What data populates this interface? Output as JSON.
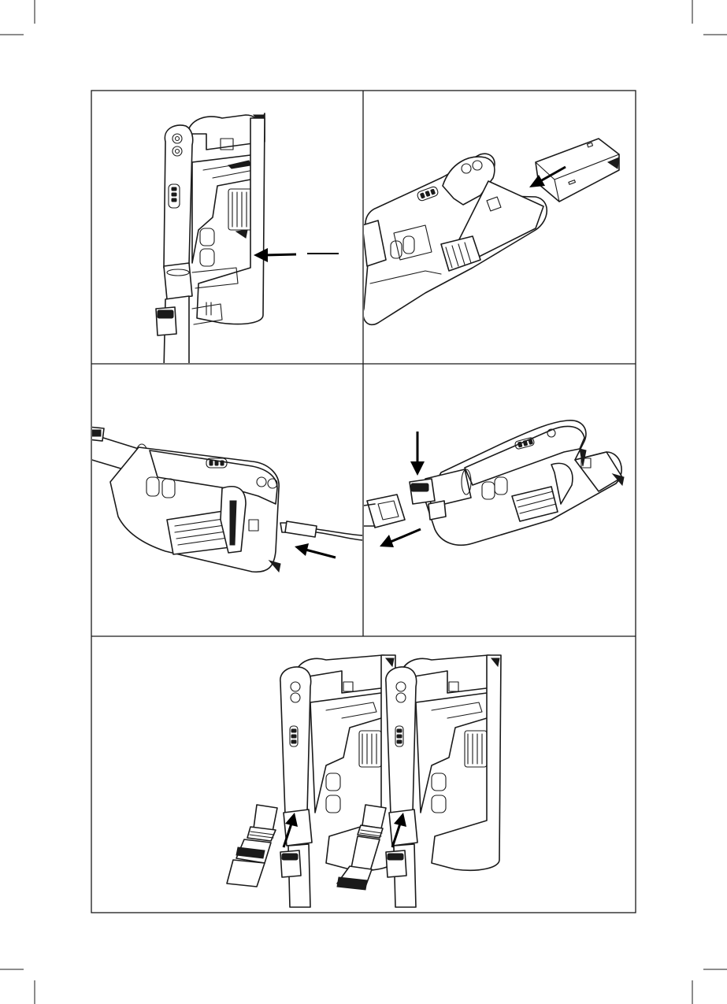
{
  "document": {
    "type": "instruction-illustration-page",
    "panels": [
      {
        "id": "fig-1",
        "content": "vacuum-with-dust-cup-removal-arrow"
      },
      {
        "id": "fig-2",
        "content": "battery-insertion"
      },
      {
        "id": "fig-3",
        "content": "charging-cable-connection"
      },
      {
        "id": "fig-4",
        "content": "tube-release"
      },
      {
        "id": "fig-5",
        "content": "attachment-accessories"
      }
    ]
  },
  "colors": {
    "line": "#1a1a1a",
    "background": "#ffffff",
    "arrow": "#000000"
  },
  "icons": [
    "dust-cup-release-arrow-icon",
    "battery-insert-arrow-icon",
    "charger-plug-arrow-icon",
    "release-button-arrow-icon",
    "pull-out-arrow-icon",
    "attach-brush-arrow-icon",
    "attach-crevice-arrow-icon"
  ]
}
